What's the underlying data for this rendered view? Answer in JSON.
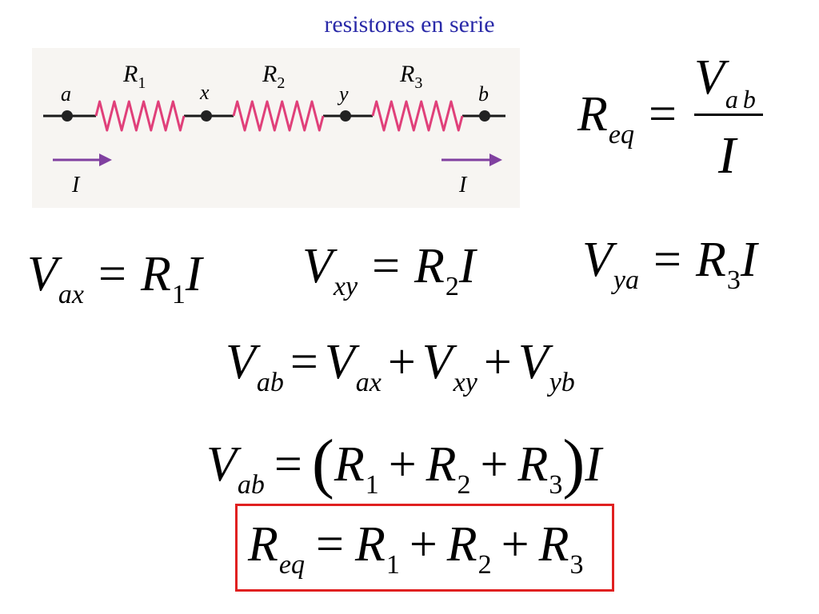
{
  "title": "resistores en serie",
  "circuit": {
    "nodes": [
      "a",
      "x",
      "y",
      "b"
    ],
    "resistors": [
      {
        "letter": "R",
        "index": "1"
      },
      {
        "letter": "R",
        "index": "2"
      },
      {
        "letter": "R",
        "index": "3"
      }
    ],
    "current": "I",
    "wire_color": "#1a1a1a",
    "resistor_color": "#e0407a",
    "arrow_color": "#8040a0"
  },
  "equations": {
    "req_def": {
      "lhs": "R",
      "lhs_sub": "eq",
      "op": "=",
      "num": "V",
      "num_sub": "ab",
      "den": "I"
    },
    "vax": {
      "v": "V",
      "v_sub": "ax",
      "op": "=",
      "r": "R",
      "r_sub": "1",
      "i": "I"
    },
    "vxy": {
      "v": "V",
      "v_sub": "xy",
      "op": "=",
      "r": "R",
      "r_sub": "2",
      "i": "I"
    },
    "vya": {
      "v": "V",
      "v_sub": "ya",
      "op": "=",
      "r": "R",
      "r_sub": "3",
      "i": "I"
    },
    "sum": {
      "v": "V",
      "v_sub": "ab",
      "op": "=",
      "t1": "V",
      "t1_sub": "ax",
      "plus1": "+",
      "t2": "V",
      "t2_sub": "xy",
      "plus2": "+",
      "t3": "V",
      "t3_sub": "yb"
    },
    "factored": {
      "v": "V",
      "v_sub": "ab",
      "op": "=",
      "lparen": "(",
      "r1": "R",
      "r1_sub": "1",
      "plus1": "+",
      "r2": "R",
      "r2_sub": "2",
      "plus2": "+",
      "r3": "R",
      "r3_sub": "3",
      "rparen": ")",
      "i": "I"
    },
    "result": {
      "lhs": "R",
      "lhs_sub": "eq",
      "op": "=",
      "r1": "R",
      "r1_sub": "1",
      "plus1": "+",
      "r2": "R",
      "r2_sub": "2",
      "plus2": "+",
      "r3": "R",
      "r3_sub": "3",
      "box_color": "#e02020"
    }
  }
}
